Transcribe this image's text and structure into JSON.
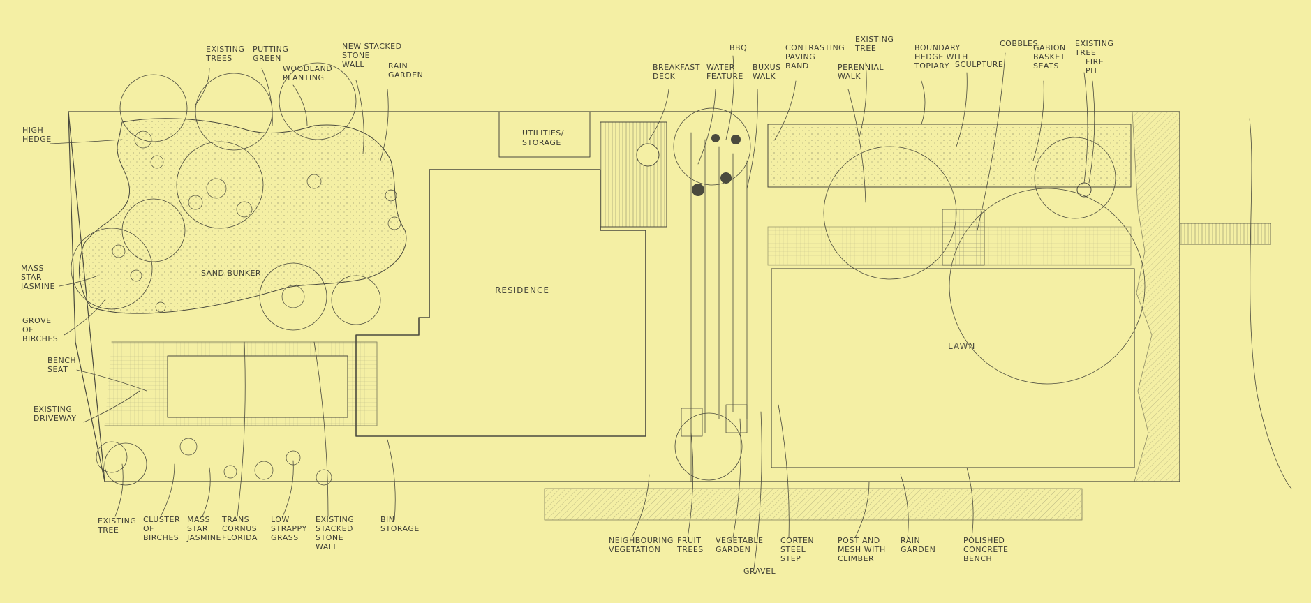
{
  "diagram": {
    "residence": "RESIDENCE",
    "lawn": "LAWN",
    "sand_bunker": "SAND BUNKER",
    "utilities": [
      "UTILITIES/",
      "STORAGE"
    ],
    "annotations": {
      "existing_trees_top": [
        "EXISTING",
        "TREES"
      ],
      "putting_green": [
        "PUTTING",
        "GREEN"
      ],
      "woodland_planting": [
        "WOODLAND",
        "PLANTING"
      ],
      "new_stacked_stone_wall": [
        "NEW STACKED",
        "STONE",
        "WALL"
      ],
      "rain_garden_top": [
        "RAIN",
        "GARDEN"
      ],
      "high_hedge": [
        "HIGH",
        "HEDGE"
      ],
      "mass_star_jasmine_left": [
        "MASS",
        "STAR",
        "JASMINE"
      ],
      "grove_of_birches": [
        "GROVE",
        "OF",
        "BIRCHES"
      ],
      "bench_seat": [
        "BENCH",
        "SEAT"
      ],
      "existing_driveway": [
        "EXISTING",
        "DRIVEWAY"
      ],
      "existing_tree_bottom": [
        "EXISTING",
        "TREE"
      ],
      "cluster_of_birches": [
        "CLUSTER",
        "OF",
        "BIRCHES"
      ],
      "mass_star_jasmine_bottom": [
        "MASS",
        "STAR",
        "JASMINE"
      ],
      "trans_cornus_florida": [
        "TRANS",
        "CORNUS",
        "FLORIDA"
      ],
      "low_strappy_grass": [
        "LOW",
        "STRAPPY",
        "GRASS"
      ],
      "existing_stacked_stone_wall": [
        "EXISTING",
        "STACKED",
        "STONE",
        "WALL"
      ],
      "bin_storage": [
        "BIN",
        "STORAGE"
      ],
      "bbq": [
        "BBQ"
      ],
      "breakfast_deck": [
        "BREAKFAST",
        "DECK"
      ],
      "water_feature": [
        "WATER",
        "FEATURE"
      ],
      "buxus_walk": [
        "BUXUS",
        "WALK"
      ],
      "contrasting_paving_band": [
        "CONTRASTING",
        "PAVING",
        "BAND"
      ],
      "existing_tree_top_right": [
        "EXISTING",
        "TREE"
      ],
      "perennial_walk": [
        "PERENNIAL",
        "WALK"
      ],
      "boundary_hedge_with_topiary": [
        "BOUNDARY",
        "HEDGE WITH",
        "TOPIARY"
      ],
      "sculpture": [
        "SCULPTURE"
      ],
      "cobbles": [
        "COBBLES"
      ],
      "gabion_basket_seats": [
        "GABION",
        "BASKET",
        "SEATS"
      ],
      "existing_tree_fire_pit": [
        "EXISTING",
        "TREE"
      ],
      "fire_pit": [
        "FIRE",
        "PIT"
      ],
      "neighbouring_vegetation": [
        "NEIGHBOURING",
        "VEGETATION"
      ],
      "fruit_trees": [
        "FRUIT",
        "TREES"
      ],
      "vegetable_garden": [
        "VEGETABLE",
        "GARDEN"
      ],
      "gravel": [
        "GRAVEL"
      ],
      "corten_steel_step": [
        "CORTEN",
        "STEEL",
        "STEP"
      ],
      "post_and_mesh_with_climber": [
        "POST AND",
        "MESH WITH",
        "CLIMBER"
      ],
      "rain_garden_bottom": [
        "RAIN",
        "GARDEN"
      ],
      "polished_concrete_bench": [
        "POLISHED",
        "CONCRETE",
        "BENCH"
      ]
    }
  }
}
